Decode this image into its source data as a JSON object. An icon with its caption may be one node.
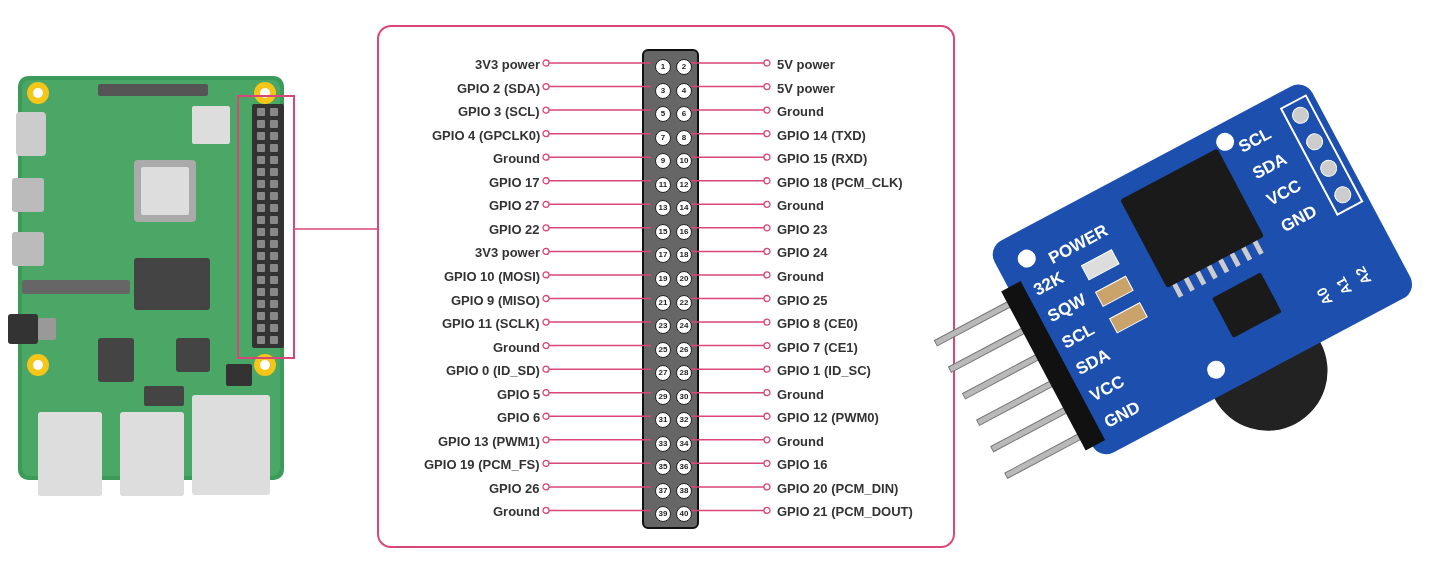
{
  "diagram": {
    "nodes": [
      {
        "text": [],
        "shape": "picture"
      },
      {
        "text": [],
        "shape": "box",
        "in": 0
      },
      {
        "text": [],
        "shape": "box"
      },
      {
        "text": [],
        "shape": "box",
        "in": 2
      },
      {
        "text": [
          "3V3 power"
        ],
        "in": 2
      },
      {
        "text": [
          "1"
        ],
        "in": 3
      },
      {
        "text": [
          "2"
        ],
        "in": 3
      },
      {
        "text": [
          "5V power"
        ],
        "in": 2
      },
      {
        "text": [
          "GPIO 2 (SDA)"
        ],
        "in": 2
      },
      {
        "text": [
          "3"
        ],
        "in": 3
      },
      {
        "text": [
          "4"
        ],
        "in": 3
      },
      {
        "text": [
          "5V power"
        ],
        "in": 2
      },
      {
        "text": [
          "GPIO 3 (SCL)"
        ],
        "in": 2
      },
      {
        "text": [
          "5"
        ],
        "in": 3
      },
      {
        "text": [
          "6"
        ],
        "in": 3
      },
      {
        "text": [
          "Ground"
        ],
        "in": 2
      },
      {
        "text": [
          "GPIO 4 (GPCLK0)"
        ],
        "in": 2
      },
      {
        "text": [
          "7"
        ],
        "in": 3
      },
      {
        "text": [
          "8"
        ],
        "in": 3
      },
      {
        "text": [
          "GPIO 14 (TXD)"
        ],
        "in": 2
      },
      {
        "text": [
          "Ground"
        ],
        "in": 2
      },
      {
        "text": [
          "9"
        ],
        "in": 3
      },
      {
        "text": [
          "10"
        ],
        "in": 3
      },
      {
        "text": [
          "GPIO 15 (RXD)"
        ],
        "in": 2
      },
      {
        "text": [
          "GPIO 17"
        ],
        "in": 2
      },
      {
        "text": [
          "11"
        ],
        "in": 3
      },
      {
        "text": [
          "12"
        ],
        "in": 3
      },
      {
        "text": [
          "GPIO 18 (PCM_CLK)"
        ],
        "in": 2
      },
      {
        "text": [
          "GPIO 27"
        ],
        "in": 2
      },
      {
        "text": [
          "13"
        ],
        "in": 3
      },
      {
        "text": [
          "14"
        ],
        "in": 3
      },
      {
        "text": [
          "Ground"
        ],
        "in": 2
      },
      {
        "text": [
          "GPIO 22"
        ],
        "in": 2
      },
      {
        "text": [
          "15"
        ],
        "in": 3
      },
      {
        "text": [
          "16"
        ],
        "in": 3
      },
      {
        "text": [
          "GPIO 23"
        ],
        "in": 2
      },
      {
        "text": [
          "3V3 power"
        ],
        "in": 2
      },
      {
        "text": [
          "17"
        ],
        "in": 3
      },
      {
        "text": [
          "18"
        ],
        "in": 3
      },
      {
        "text": [
          "GPIO 24"
        ],
        "in": 2
      },
      {
        "text": [
          "GPIO 10 (MOSI)"
        ],
        "in": 2
      },
      {
        "text": [
          "19"
        ],
        "in": 3
      },
      {
        "text": [
          "20"
        ],
        "in": 3
      },
      {
        "text": [
          "Ground"
        ],
        "in": 2
      },
      {
        "text": [
          "GPIO 9 (MISO)"
        ],
        "in": 2
      },
      {
        "text": [
          "21"
        ],
        "in": 3
      },
      {
        "text": [
          "22"
        ],
        "in": 3
      },
      {
        "text": [
          "GPIO 25"
        ],
        "in": 2
      },
      {
        "text": [
          "GPIO 11 (SCLK)"
        ],
        "in": 2
      },
      {
        "text": [
          "23"
        ],
        "in": 3
      },
      {
        "text": [
          "24"
        ],
        "in": 3
      },
      {
        "text": [
          "GPIO 8 (CE0)"
        ],
        "in": 2
      },
      {
        "text": [
          "Ground"
        ],
        "in": 2
      },
      {
        "text": [
          "25"
        ],
        "in": 3
      },
      {
        "text": [
          "26"
        ],
        "in": 3
      },
      {
        "text": [
          "GPIO 7 (CE1)"
        ],
        "in": 2
      },
      {
        "text": [
          "GPIO 0 (ID_SD)"
        ],
        "in": 2
      },
      {
        "text": [
          "27"
        ],
        "in": 3
      },
      {
        "text": [
          "28"
        ],
        "in": 3
      },
      {
        "text": [
          "GPIO 1 (ID_SC)"
        ],
        "in": 2
      },
      {
        "text": [
          "GPIO 5"
        ],
        "in": 2
      },
      {
        "text": [
          "29"
        ],
        "in": 3
      },
      {
        "text": [
          "30"
        ],
        "in": 3
      },
      {
        "text": [
          "Ground"
        ],
        "in": 2
      },
      {
        "text": [
          "GPIO 6"
        ],
        "in": 2
      },
      {
        "text": [
          "31"
        ],
        "in": 3
      },
      {
        "text": [
          "32"
        ],
        "in": 3
      },
      {
        "text": [
          "GPIO 12 (PWM0)"
        ],
        "in": 2
      },
      {
        "text": [
          "GPIO 13 (PWM1)"
        ],
        "in": 2
      },
      {
        "text": [
          "33"
        ],
        "in": 3
      },
      {
        "text": [
          "34"
        ],
        "in": 3
      },
      {
        "text": [
          "Ground"
        ],
        "in": 2
      },
      {
        "text": [
          "GPIO 19 (PCM_FS)"
        ],
        "in": 2
      },
      {
        "text": [
          "35"
        ],
        "in": 3
      },
      {
        "text": [
          "36"
        ],
        "in": 3
      },
      {
        "text": [
          "GPIO 16"
        ],
        "in": 2
      },
      {
        "text": [
          "GPIO 26"
        ],
        "in": 2
      },
      {
        "text": [
          "37"
        ],
        "in": 3
      },
      {
        "text": [
          "38"
        ],
        "in": 3
      },
      {
        "text": [
          "GPIO 20 (PCM_DIN)"
        ],
        "in": 2
      },
      {
        "text": [
          "Ground"
        ],
        "in": 2
      },
      {
        "text": [
          "39"
        ],
        "in": 3
      },
      {
        "text": [
          "40"
        ],
        "in": 3
      },
      {
        "text": [
          "GPIO 21 (PCM_DOUT)"
        ],
        "in": 2
      },
      {
        "text": [],
        "shape": "picture"
      }
    ],
    "edges": [
      {
        "from": 1,
        "to": 2,
        "arrow": "none"
      },
      {
        "from": 4,
        "to": 5,
        "arrow": "other"
      },
      {
        "from": 7,
        "to": 6,
        "arrow": "other"
      },
      {
        "from": 8,
        "to": 9,
        "arrow": "other"
      },
      {
        "from": 11,
        "to": 10,
        "arrow": "other"
      },
      {
        "from": 12,
        "to": 13,
        "arrow": "other"
      },
      {
        "from": 15,
        "to": 14,
        "arrow": "other"
      },
      {
        "from": 16,
        "to": 17,
        "arrow": "other"
      },
      {
        "from": 19,
        "to": 18,
        "arrow": "other"
      },
      {
        "from": 20,
        "to": 21,
        "arrow": "other"
      },
      {
        "from": 23,
        "to": 22,
        "arrow": "other"
      },
      {
        "from": 24,
        "to": 25,
        "arrow": "other"
      },
      {
        "from": 27,
        "to": 26,
        "arrow": "other"
      },
      {
        "from": 28,
        "to": 29,
        "arrow": "other"
      },
      {
        "from": 31,
        "to": 30,
        "arrow": "other"
      },
      {
        "from": 32,
        "to": 33,
        "arrow": "other"
      },
      {
        "from": 35,
        "to": 34,
        "arrow": "other"
      },
      {
        "from": 36,
        "to": 37,
        "arrow": "other"
      },
      {
        "from": 39,
        "to": 38,
        "arrow": "other"
      },
      {
        "from": 40,
        "to": 41,
        "arrow": "other"
      },
      {
        "from": 43,
        "to": 42,
        "arrow": "other"
      },
      {
        "from": 44,
        "to": 45,
        "arrow": "other"
      },
      {
        "from": 47,
        "to": 46,
        "arrow": "other"
      },
      {
        "from": 48,
        "to": 49,
        "arrow": "other"
      },
      {
        "from": 51,
        "to": 50,
        "arrow": "other"
      },
      {
        "from": 52,
        "to": 53,
        "arrow": "other"
      },
      {
        "from": 55,
        "to": 54,
        "arrow": "other"
      },
      {
        "from": 56,
        "to": 57,
        "arrow": "other"
      },
      {
        "from": 59,
        "to": 58,
        "arrow": "other"
      },
      {
        "from": 60,
        "to": 61,
        "arrow": "other"
      },
      {
        "from": 63,
        "to": 62,
        "arrow": "other"
      },
      {
        "from": 64,
        "to": 65,
        "arrow": "other"
      },
      {
        "from": 67,
        "to": 66,
        "arrow": "other"
      },
      {
        "from": 68,
        "to": 69,
        "arrow": "other"
      },
      {
        "from": 71,
        "to": 70,
        "arrow": "other"
      },
      {
        "from": 72,
        "to": 73,
        "arrow": "other"
      },
      {
        "from": 75,
        "to": 74,
        "arrow": "other"
      },
      {
        "from": 76,
        "to": 77,
        "arrow": "other"
      },
      {
        "from": 79,
        "to": 78,
        "arrow": "other"
      },
      {
        "from": 80,
        "to": 81,
        "arrow": "other"
      },
      {
        "from": 83,
        "to": 82,
        "arrow": "other"
      }
    ],
    "labels": [
      "SCL",
      "SDA",
      "VCC",
      "GND",
      "POWER",
      "32K",
      "SQW",
      "SCL",
      "SDA",
      "VCC",
      "GND",
      "A0",
      "A1",
      "A2"
    ]
  }
}
